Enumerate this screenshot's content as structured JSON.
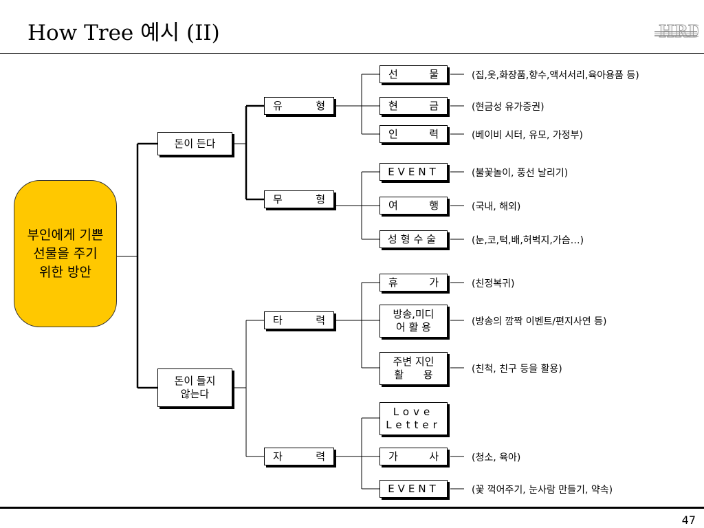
{
  "title": "How Tree 예시 (II)",
  "logo_text": "HRD",
  "page_number": "47",
  "root": {
    "lines": [
      "부인에게 기쁜",
      "선물을 주기",
      "위한 방안"
    ]
  },
  "branches": [
    {
      "label": "돈이 든다",
      "groups": [
        {
          "label_a": "유",
          "label_b": "형",
          "items": [
            {
              "label_a": "선",
              "label_b": "물",
              "note": "(집,옷,화장품,향수,액서서리,육아용품 등)"
            },
            {
              "label_a": "현",
              "label_b": "금",
              "note": "(현금성 유가증권)"
            },
            {
              "label_a": "인",
              "label_b": "력",
              "note": "(베이비 시터, 유모, 가정부)"
            }
          ]
        },
        {
          "label_a": "무",
          "label_b": "형",
          "items": [
            {
              "label": "EVENT",
              "note": "(불꽃놀이, 풍선 날리기)"
            },
            {
              "label_a": "여",
              "label_b": "행",
              "note": "(국내, 해외)"
            },
            {
              "label": "성형수술",
              "note": "(눈,코,턱,배,허벅지,가슴…)"
            }
          ]
        }
      ]
    },
    {
      "label_lines": [
        "돈이 들지",
        "않는다"
      ],
      "groups": [
        {
          "label_a": "타",
          "label_b": "력",
          "items": [
            {
              "label_a": "휴",
              "label_b": "가",
              "note": "(친정복귀)"
            },
            {
              "label_lines": [
                "방송,미디",
                "어 활 용"
              ],
              "note": "(방송의 깜짝 이벤트/편지사연 등)"
            },
            {
              "label_lines": [
                "주변 지인",
                "활      용"
              ],
              "note": "(친척, 친구 등을 활용)"
            }
          ]
        },
        {
          "label_a": "자",
          "label_b": "력",
          "items": [
            {
              "label_lines": [
                "Love",
                "Letter"
              ]
            },
            {
              "label_a": "가",
              "label_b": "사",
              "note": "(청소, 육아)"
            },
            {
              "label": "EVENT",
              "note": "(꽃 꺽어주기, 눈사람 만들기, 약속)"
            }
          ]
        }
      ]
    }
  ]
}
